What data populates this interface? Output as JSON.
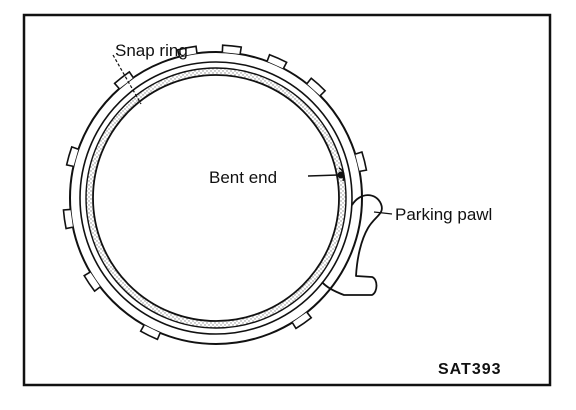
{
  "figure": {
    "labels": {
      "snap_ring": "Snap ring",
      "bent_end": "Bent end",
      "parking_pawl": "Parking pawl"
    },
    "figure_code": "SAT393"
  },
  "colors": {
    "line": "#111111",
    "stipple": "#9a9a9a",
    "background": "#ffffff"
  }
}
